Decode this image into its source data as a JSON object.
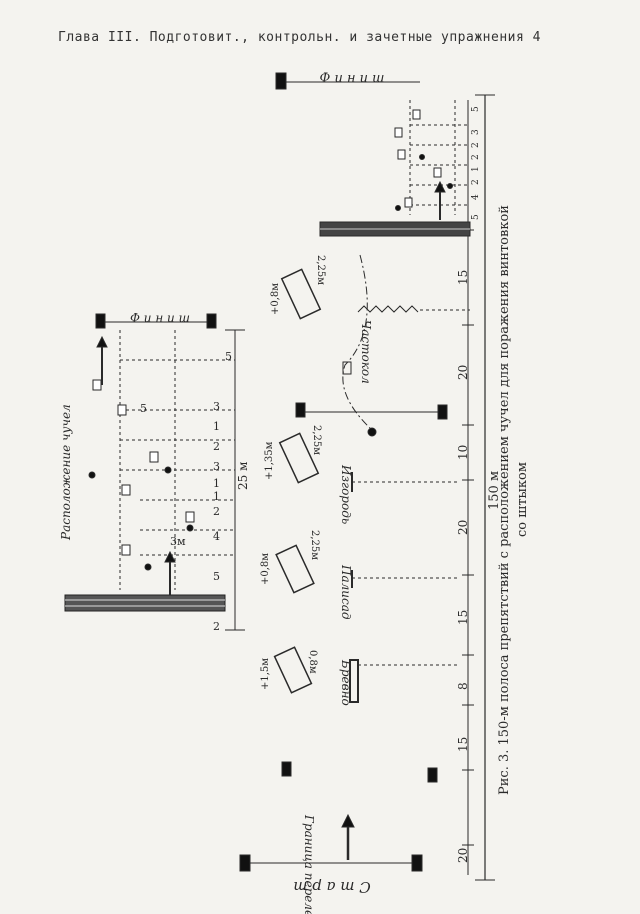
{
  "header": "Глава III. Подготовит., контрольн. и зачетные упражнения 4",
  "caption": {
    "line1": "Рис. 3. 150-м полоса препятствий с расположением чучел для поражения винтовкой",
    "line2": "со штыком"
  },
  "inset": {
    "title": "Расположение чучел",
    "finish": "Ф и н и ш",
    "length": "25 м",
    "segments": [
      "2",
      "5",
      "4",
      "2",
      "1",
      "1",
      "3",
      "2",
      "1",
      "3",
      "5",
      "5"
    ],
    "dist": "3м"
  },
  "course": {
    "start": "С т а р т",
    "finish": "Ф и н и ш",
    "total": "150 м",
    "segments": [
      "20",
      "15",
      "8",
      "15",
      "20",
      "10",
      "20",
      "15"
    ],
    "obstacles": {
      "boundary": "Граница перелезания",
      "log": "Бревно",
      "fence": "Палисад",
      "hedge": "Изгородь",
      "palisade_wall": "Частокол"
    },
    "heights": [
      "+1,5м",
      "+0,8м",
      "+1,35м",
      "+0,8м"
    ],
    "spans": [
      "0,8м",
      "2,25м",
      "2,25м",
      "2,25м"
    ],
    "finish_segments": [
      "5",
      "4",
      "2",
      "1",
      "2",
      "2",
      "3",
      "5"
    ]
  }
}
